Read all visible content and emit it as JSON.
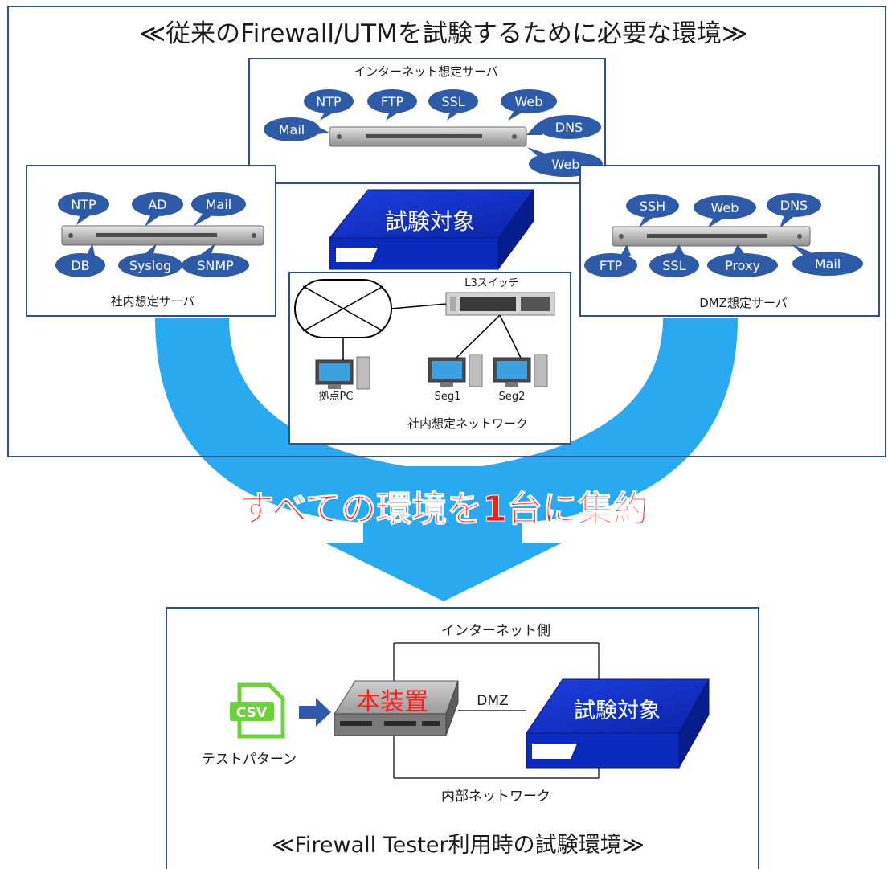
{
  "top": {
    "title": "≪従来のFirewall/UTMを試験するために必要な環境≫",
    "internet": {
      "label": "インターネット想定サーバ",
      "services": [
        "NTP",
        "FTP",
        "SSL",
        "Web",
        "Mail",
        "DNS",
        "Web"
      ]
    },
    "internal": {
      "label": "社内想定サーバ",
      "services": [
        "NTP",
        "AD",
        "Mail",
        "DB",
        "Syslog",
        "SNMP"
      ]
    },
    "dmz": {
      "label": "DMZ想定サーバ",
      "services": [
        "SSH",
        "Web",
        "DNS",
        "FTP",
        "SSL",
        "Proxy",
        "Mail"
      ]
    },
    "target": {
      "label": "試験対象"
    },
    "network": {
      "label": "社内想定ネットワーク",
      "switch_label": "L3スイッチ",
      "pcs": [
        "拠点PC",
        "Seg1",
        "Seg2"
      ]
    }
  },
  "banner": {
    "text": "すべての環境を1台に集約"
  },
  "bottom": {
    "internet_side": "インターネット側",
    "dmz": "DMZ",
    "internal_net": "内部ネットワーク",
    "device": "本装置",
    "target": "試験対象",
    "file_icon": "CSV",
    "pattern": "テストパターン",
    "title": "≪Firewall Tester利用時の試験環境≫"
  },
  "colors": {
    "frame": "#2f4f8f",
    "arrow": "#29aaf0",
    "bubble": "#2e5ba7",
    "target": "#0b2bbd",
    "banner": "#ff1a1a",
    "csv": "#6cd23c"
  }
}
